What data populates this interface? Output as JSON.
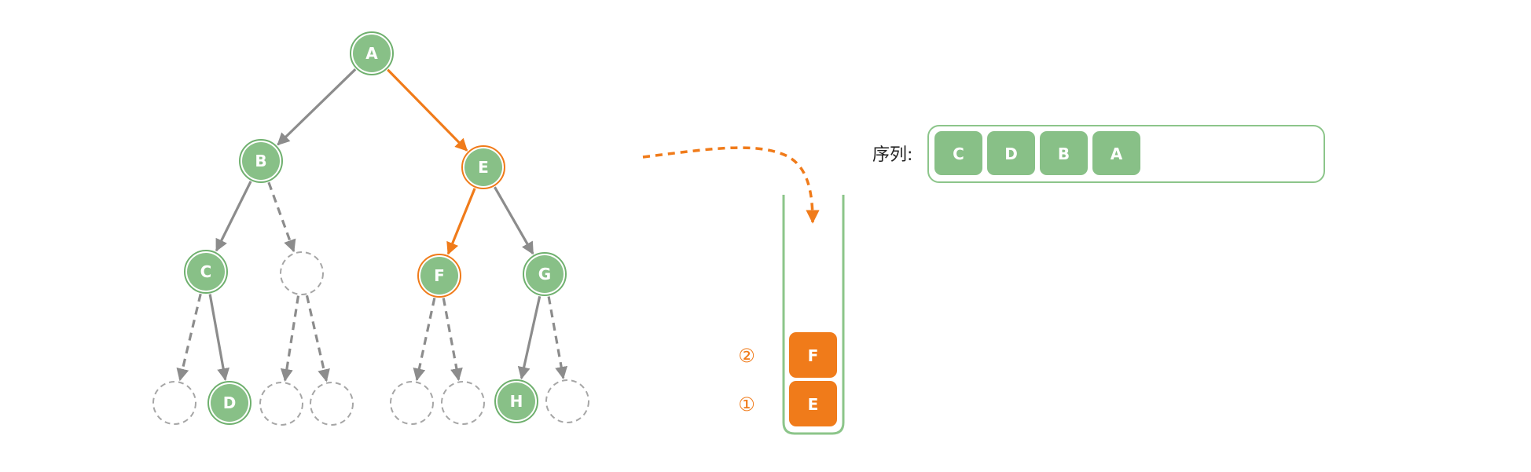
{
  "colors": {
    "node_fill": "#88c087",
    "node_stroke": "#6fb06e",
    "highlight": "#f07b1a",
    "edge": "#8c8c8c",
    "empty_stroke": "#a6a6a6",
    "stack_stroke": "#8cc58a",
    "white": "#ffffff"
  },
  "tree": {
    "nodes": [
      {
        "id": "A",
        "label": "A",
        "state": "done"
      },
      {
        "id": "B",
        "label": "B",
        "state": "done"
      },
      {
        "id": "E",
        "label": "E",
        "state": "current"
      },
      {
        "id": "C",
        "label": "C",
        "state": "done"
      },
      {
        "id": "B_right",
        "label": "",
        "state": "empty"
      },
      {
        "id": "F",
        "label": "F",
        "state": "current"
      },
      {
        "id": "G",
        "label": "G",
        "state": "done"
      },
      {
        "id": "C_left",
        "label": "",
        "state": "empty"
      },
      {
        "id": "D",
        "label": "D",
        "state": "done"
      },
      {
        "id": "BR_left",
        "label": "",
        "state": "empty"
      },
      {
        "id": "BR_right",
        "label": "",
        "state": "empty"
      },
      {
        "id": "F_left",
        "label": "",
        "state": "empty"
      },
      {
        "id": "F_right",
        "label": "",
        "state": "empty"
      },
      {
        "id": "H",
        "label": "H",
        "state": "done"
      },
      {
        "id": "G_right",
        "label": "",
        "state": "empty"
      }
    ],
    "edges": [
      {
        "from": "A",
        "to": "B",
        "style": "solid"
      },
      {
        "from": "A",
        "to": "E",
        "style": "highlight"
      },
      {
        "from": "B",
        "to": "C",
        "style": "solid"
      },
      {
        "from": "B",
        "to": "B_right",
        "style": "dashed"
      },
      {
        "from": "E",
        "to": "F",
        "style": "highlight"
      },
      {
        "from": "E",
        "to": "G",
        "style": "solid"
      },
      {
        "from": "C",
        "to": "C_left",
        "style": "dashed"
      },
      {
        "from": "C",
        "to": "D",
        "style": "solid"
      },
      {
        "from": "B_right",
        "to": "BR_left",
        "style": "dashed"
      },
      {
        "from": "B_right",
        "to": "BR_right",
        "style": "dashed"
      },
      {
        "from": "F",
        "to": "F_left",
        "style": "dashed"
      },
      {
        "from": "F",
        "to": "F_right",
        "style": "dashed"
      },
      {
        "from": "G",
        "to": "H",
        "style": "solid"
      },
      {
        "from": "G",
        "to": "G_right",
        "style": "dashed"
      }
    ]
  },
  "stack": {
    "items": [
      {
        "label": "E",
        "order": "①"
      },
      {
        "label": "F",
        "order": "②"
      }
    ]
  },
  "sequence": {
    "label": "序列:",
    "items": [
      "C",
      "D",
      "B",
      "A"
    ]
  }
}
